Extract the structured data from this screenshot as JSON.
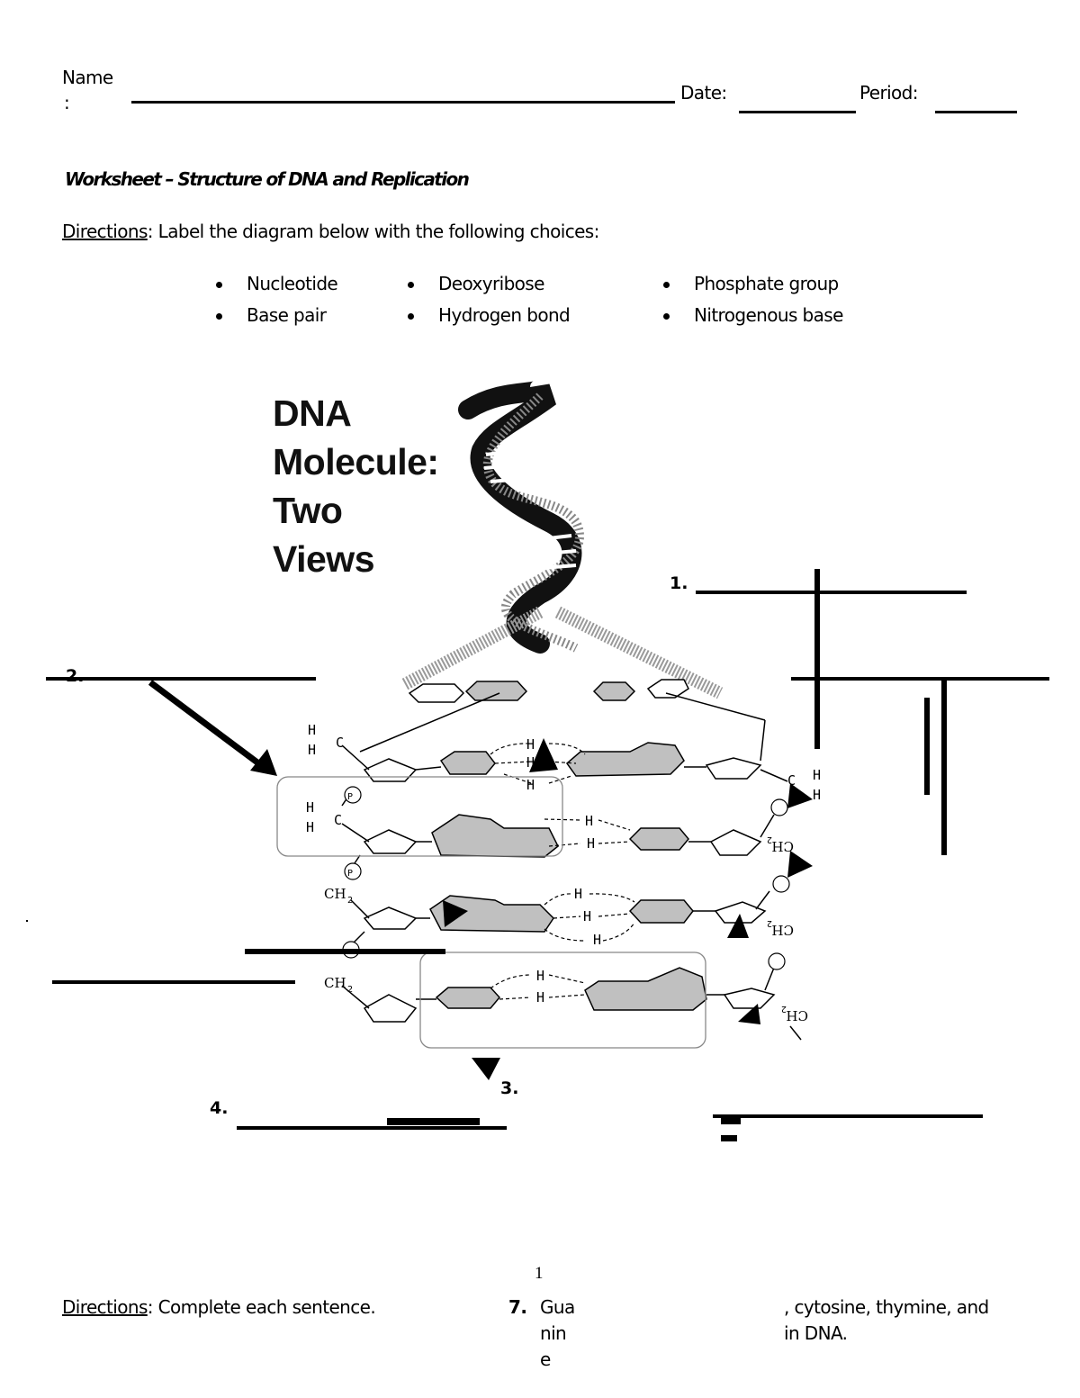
{
  "header": {
    "name_label": "Name",
    "name_colon": ":",
    "date_label": "Date:",
    "period_label": "Period:"
  },
  "worksheet_title": "Worksheet – Structure of DNA and Replication",
  "directions_1": {
    "label": "Directions",
    "text": ": Label the diagram below with the following choices:"
  },
  "choices": {
    "col1": [
      "Nucleotide",
      "Base pair"
    ],
    "col2": [
      "Deoxyribose",
      "Hydrogen bond"
    ],
    "col3": [
      "Phosphate group",
      "Nitrogenous base"
    ]
  },
  "diagram": {
    "title_lines": [
      "DNA",
      "Molecule:",
      "Two",
      "Views"
    ],
    "atom_labels": {
      "h": "H",
      "c": "C",
      "p": "P",
      "ch2": "CH",
      "sub2": "2"
    },
    "question_labels": {
      "q1": "1.",
      "q2": "2.",
      "q3": "3.",
      "q4": "4."
    }
  },
  "page_number": "1",
  "directions_2": {
    "label": "Directions",
    "text": ": Complete each sentence."
  },
  "question_7": {
    "number": "7.",
    "fragment_narrow": "Guanine",
    "fragment_right_line1": ", cytosine, thymine, and",
    "fragment_right_line2": "in DNA."
  }
}
